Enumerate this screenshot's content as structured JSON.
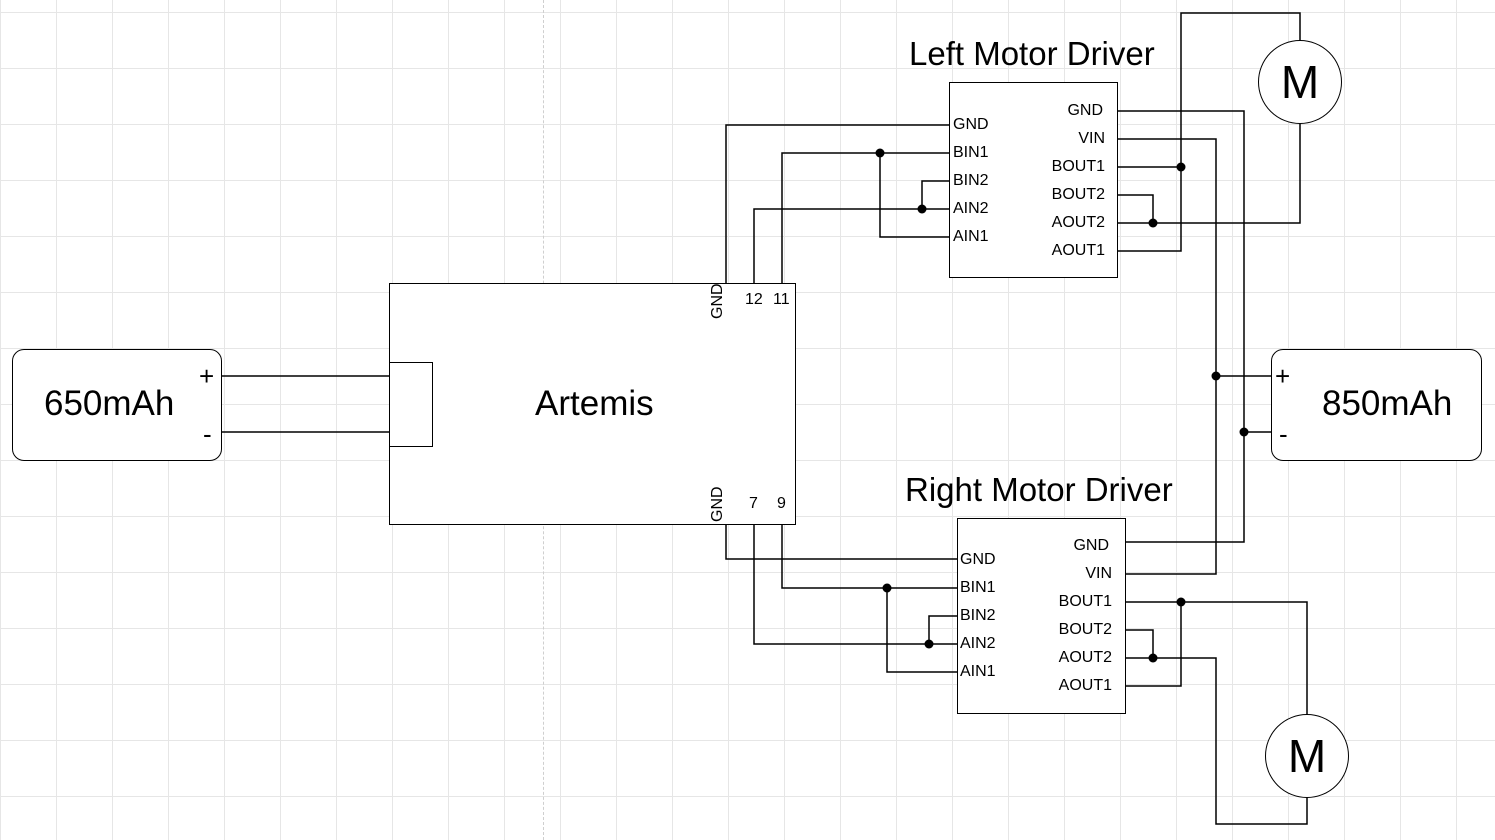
{
  "artemis": {
    "label": "Artemis",
    "pins_top": [
      "GND",
      "12",
      "11"
    ],
    "pins_bottom": [
      "GND",
      "7",
      "9"
    ]
  },
  "battery_left": {
    "label": "650mAh",
    "plus": "+",
    "minus": "-"
  },
  "battery_right": {
    "label": "850mAh",
    "plus": "+",
    "minus": "-"
  },
  "left_driver": {
    "title": "Left Motor Driver",
    "left_pins": [
      "GND",
      "BIN1",
      "BIN2",
      "AIN2",
      "AIN1"
    ],
    "right_pins": [
      "GND",
      "VIN",
      "BOUT1",
      "BOUT2",
      "AOUT2",
      "AOUT1"
    ]
  },
  "right_driver": {
    "title": "Right Motor Driver",
    "left_pins": [
      "GND",
      "BIN1",
      "BIN2",
      "AIN2",
      "AIN1"
    ],
    "right_pins": [
      "GND",
      "VIN",
      "BOUT1",
      "BOUT2",
      "AOUT2",
      "AOUT1"
    ]
  },
  "motor_top": {
    "label": "M"
  },
  "motor_bottom": {
    "label": "M"
  }
}
